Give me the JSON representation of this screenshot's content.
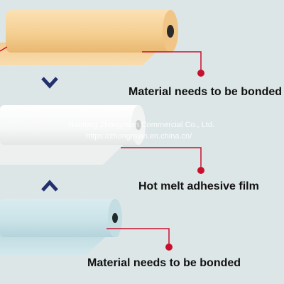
{
  "layers": [
    {
      "label": "Material needs to be bonded",
      "color": "#f5cf92"
    },
    {
      "label": "Hot melt adhesive film",
      "color": "#ffffff"
    },
    {
      "label": "Material needs to be bonded",
      "color": "#c9e2e8"
    }
  ],
  "watermark": {
    "line1": "Nantong Zhongmian Commercial Co., Ltd.",
    "line2": "https://zhongmian.en.china.cn/"
  },
  "colors": {
    "background": "#dde6e7",
    "leader_line": "#c8102e",
    "arrow": "#23306e"
  },
  "icons": [
    "chevron-down-icon",
    "chevron-up-icon"
  ]
}
